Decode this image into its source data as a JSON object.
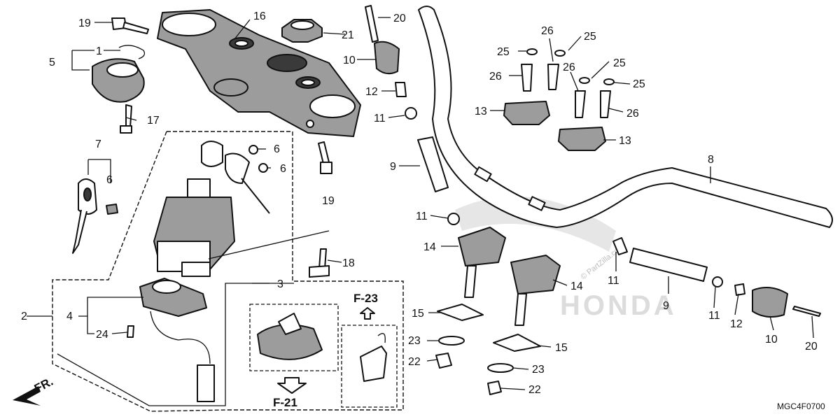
{
  "callouts": {
    "c1": "1",
    "c2": "2",
    "c3": "3",
    "c4": "4",
    "c5": "5",
    "c6a": "6",
    "c6b": "6",
    "c6c": "6",
    "c7": "7",
    "c8": "8",
    "c9a": "9",
    "c9b": "9",
    "c10a": "10",
    "c10b": "10",
    "c11a": "11",
    "c11b": "11",
    "c11c": "11",
    "c11d": "11",
    "c12a": "12",
    "c12b": "12",
    "c13a": "13",
    "c13b": "13",
    "c14a": "14",
    "c14b": "14",
    "c15a": "15",
    "c15b": "15",
    "c16": "16",
    "c17": "17",
    "c18": "18",
    "c19a": "19",
    "c19b": "19",
    "c20a": "20",
    "c20b": "20",
    "c21": "21",
    "c22a": "22",
    "c22b": "22",
    "c23a": "23",
    "c23b": "23",
    "c24": "24",
    "c25a": "25",
    "c25b": "25",
    "c25c": "25",
    "c25d": "25",
    "c26a": "26",
    "c26b": "26",
    "c26c": "26"
  },
  "refs": {
    "f23": "F-23",
    "f21": "F-21",
    "front": "FR."
  },
  "diagram_code": "MGC4F0700",
  "watermark": "© PartZilla.com",
  "brand_watermark": "HONDA",
  "icons": {
    "front_arrow": "front-direction-arrow-icon",
    "ref_arrow_up": "arrow-up-icon",
    "ref_arrow_down": "arrow-down-icon"
  }
}
